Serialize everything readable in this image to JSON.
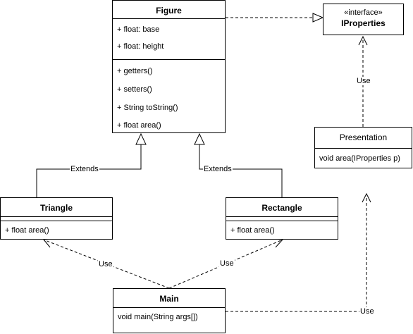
{
  "classes": {
    "figure": {
      "name": "Figure",
      "attributes": [
        "+ float: base",
        "+ float: height"
      ],
      "methods": [
        "+ getters()",
        "+ setters()",
        "+ String toString()",
        "+ float area()"
      ]
    },
    "iproperties": {
      "stereotype": "«interface»",
      "name": "IProperties"
    },
    "presentation": {
      "name": "Presentation",
      "methods": [
        "void area(IProperties p)"
      ]
    },
    "triangle": {
      "name": "Triangle",
      "methods": [
        "+ float area()"
      ]
    },
    "rectangle": {
      "name": "Rectangle",
      "methods": [
        "+ float area()"
      ]
    },
    "main": {
      "name": "Main",
      "methods": [
        "void main(String args[])"
      ]
    }
  },
  "edges": {
    "triangle_extends": "Extends",
    "rectangle_extends": "Extends",
    "presentation_use": "Use",
    "main_triangle_use": "Use",
    "main_rectangle_use": "Use",
    "main_presentation_use": "Use"
  },
  "colors": {
    "line": "#000000",
    "background": "#ffffff"
  }
}
